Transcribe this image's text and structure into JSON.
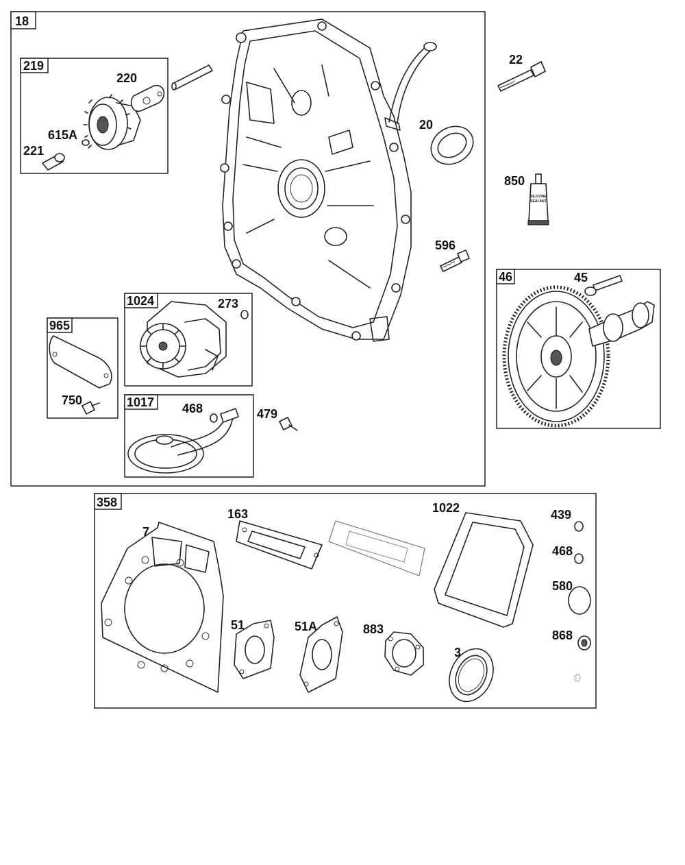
{
  "groups": {
    "g18": "18",
    "g219": "219",
    "g1024": "1024",
    "g965": "965",
    "g1017": "1017",
    "g46": "46",
    "g358": "358"
  },
  "labels": {
    "p220": "220",
    "p615A": "615A",
    "p221": "221",
    "p22": "22",
    "p20": "20",
    "p850": "850",
    "p596": "596",
    "p45": "45",
    "p273": "273",
    "p750": "750",
    "p468a": "468",
    "p479": "479",
    "p7": "7",
    "p163": "163",
    "p1022": "1022",
    "p439": "439",
    "p468b": "468",
    "p580": "580",
    "p868": "868",
    "p51": "51",
    "p51A": "51A",
    "p883": "883",
    "p3": "3"
  },
  "sealant": {
    "line1": "SILICONE",
    "line2": "SEALANT"
  }
}
